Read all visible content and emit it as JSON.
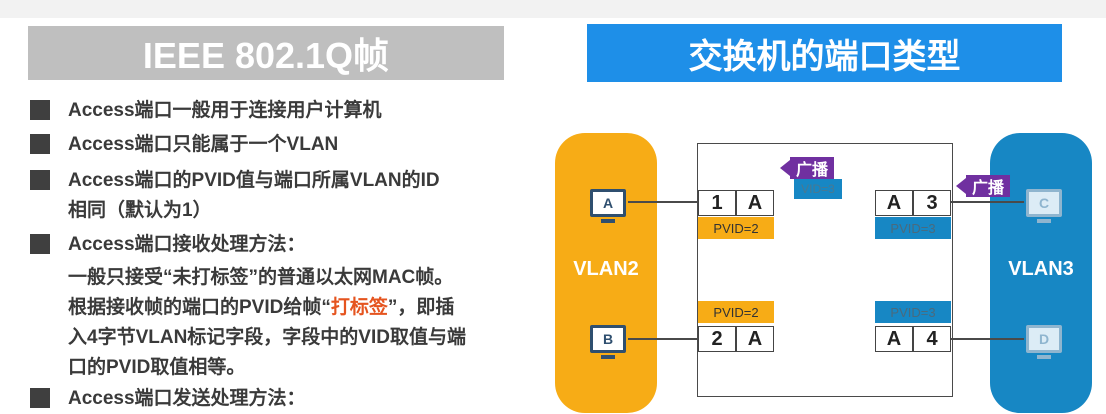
{
  "left_title": "IEEE 802.1Q帧",
  "right_title": "交换机的端口类型",
  "bullets": [
    "Access端口一般用于连接用户计算机",
    "Access端口只能属于一个VLAN",
    "Access端口的PVID值与端口所属VLAN的ID",
    "相同（默认为1）",
    "Access端口接收处理方法：",
    "Access端口发送处理方法："
  ],
  "paragraph": {
    "line1": "一般只接受“未打标签”的普通以太网MAC帧。",
    "line2_pre": "根据接收帧的端口的PVID给帧“",
    "line2_red": "打标签",
    "line2_post": "”，即插",
    "line3": "入4字节VLAN标记字段，字段中的VID取值与端",
    "line4": "口的PVID取值相等。"
  },
  "diagram": {
    "vlan_left": "VLAN2",
    "vlan_right": "VLAN3",
    "hosts": {
      "a": "A",
      "b": "B",
      "c": "C",
      "d": "D"
    },
    "ports": {
      "p1_num": "1",
      "p1_vlan": "A",
      "p2_num": "2",
      "p2_vlan": "A",
      "p3_vlan": "A",
      "p3_num": "3",
      "p4_vlan": "A",
      "p4_num": "4"
    },
    "pvid2": "PVID=2",
    "pvid3": "PVID=3",
    "broadcast": "广播",
    "vid_tag": "VID=3"
  },
  "colors": {
    "vlan2": "#f7ac16",
    "vlan3": "#1787c4",
    "broadcast": "#7030a0",
    "title_blue": "#1e8fe8",
    "title_grey": "#bfbfbf",
    "highlight_red": "#e5541f"
  }
}
